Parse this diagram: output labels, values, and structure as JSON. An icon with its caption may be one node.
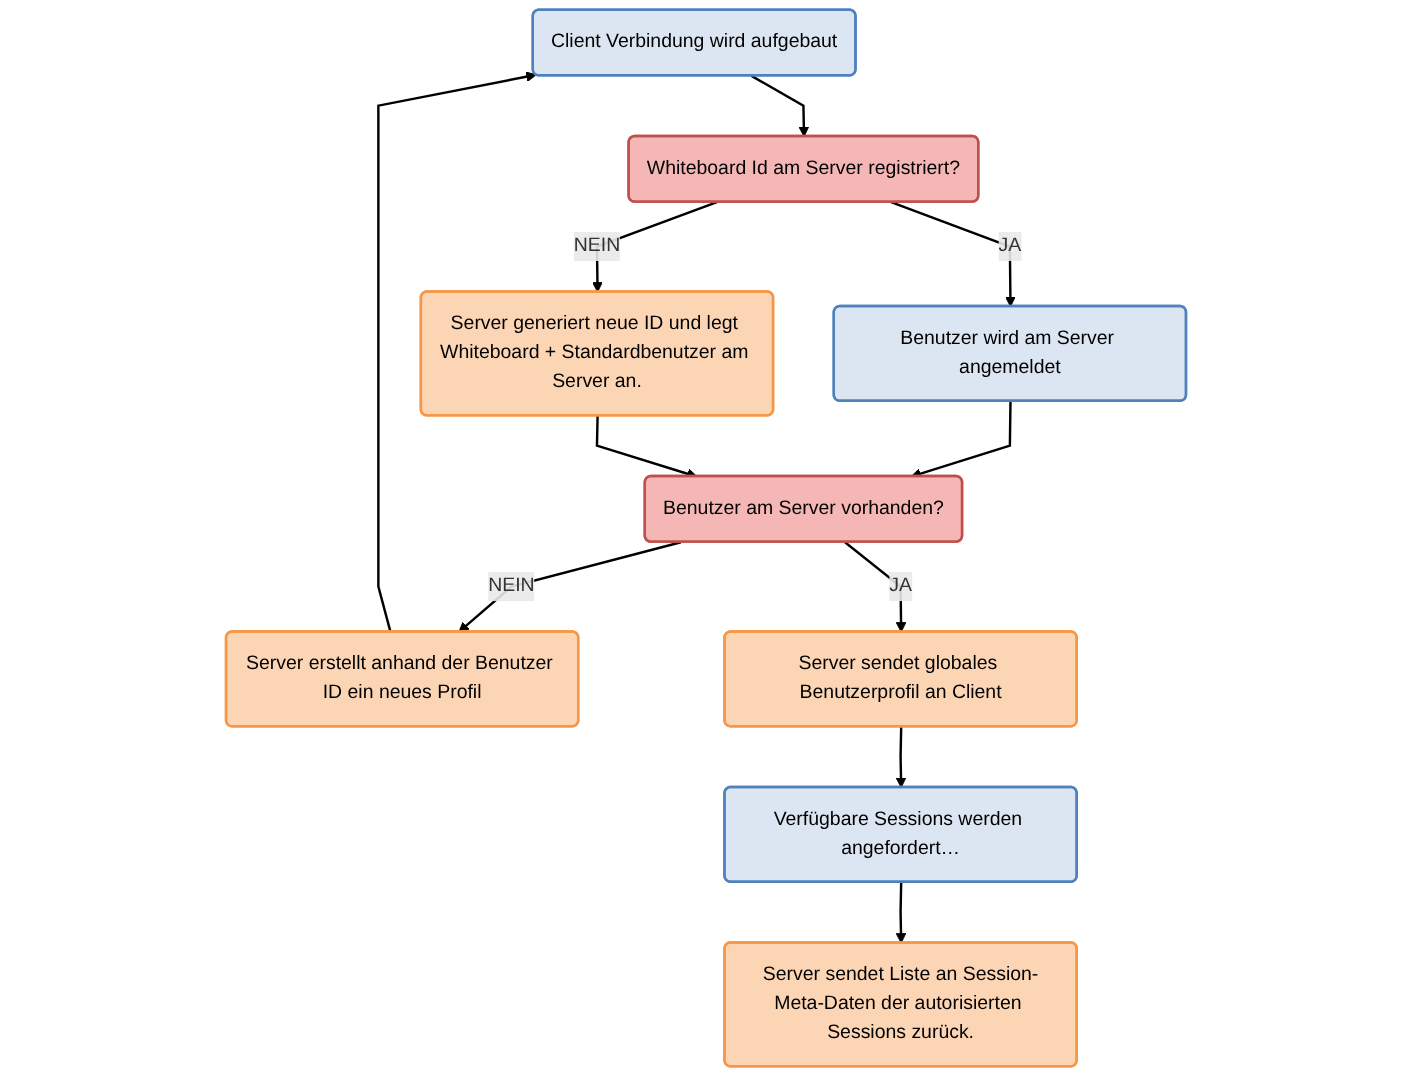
{
  "diagram": {
    "nodes": [
      {
        "text": [
          "Client Verbindung wird aufgebaut"
        ]
      },
      {
        "text": [
          "Whiteboard Id am Server registriert?"
        ]
      },
      {
        "text": [
          "Benutzer wird am Server angemeldet"
        ]
      },
      {
        "text": [
          "Server generiert neue ID und legt Whiteboard + Standardbenutzer am Server an."
        ]
      },
      {
        "text": [
          "Benutzer am Server vorhanden?"
        ]
      },
      {
        "text": [
          "Server erstellt anhand der Benutzer ID ein neues Profil"
        ]
      },
      {
        "text": [
          "Server sendet globales Benutzerprofil an Client"
        ]
      },
      {
        "text": [
          "Verfügbare Sessions werden angefordert…"
        ]
      },
      {
        "text": [
          "Server sendet Liste an Session-Meta-Daten der autorisierten Sessions zurück."
        ]
      }
    ],
    "edges": [
      {
        "from": 0,
        "to": 1,
        "arrow": "to"
      },
      {
        "from": 1,
        "to": 2,
        "arrow": "to",
        "label": "JA"
      },
      {
        "from": 1,
        "to": 3,
        "arrow": "to",
        "label": "NEIN"
      },
      {
        "from": 2,
        "to": 4,
        "arrow": "to"
      },
      {
        "from": 3,
        "to": 4,
        "arrow": "to"
      },
      {
        "from": 4,
        "to": 5,
        "arrow": "to",
        "label": "NEIN"
      },
      {
        "from": 4,
        "to": 6,
        "arrow": "to",
        "label": "JA"
      },
      {
        "from": 5,
        "to": 0,
        "arrow": "to"
      },
      {
        "from": 6,
        "to": 7,
        "arrow": "to"
      },
      {
        "from": 7,
        "to": 8,
        "arrow": "to"
      }
    ]
  }
}
